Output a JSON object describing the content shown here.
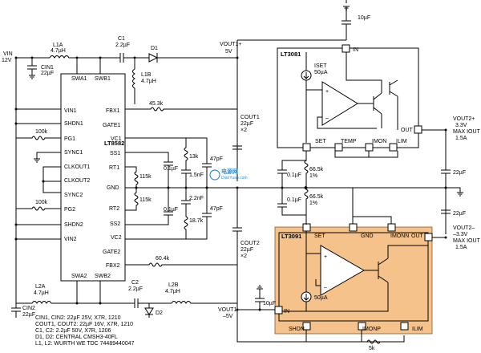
{
  "ics": {
    "lt8582": {
      "name": "LT8582",
      "pins_left": [
        "VIN1",
        "SHDN1",
        "PG1",
        "SYNC1",
        "CLKOUT1",
        "CLKOUT2",
        "SYNC2",
        "PG2",
        "SHDN2",
        "VIN2"
      ],
      "pins_right": [
        "FBX1",
        "GATE1",
        "VC1",
        "SS1",
        "RT1",
        "GND",
        "RT2",
        "SS2",
        "VC2",
        "GATE2",
        "FBX2"
      ],
      "pins_top": [
        "SWA1",
        "SWB1"
      ],
      "pins_bottom": [
        "SWA2",
        "SWB2"
      ]
    },
    "lt3081": {
      "name": "LT3081",
      "in": "IN",
      "set": "SET",
      "temp": "TEMP",
      "imon": "IMON",
      "ilim": "ILIM",
      "out": "OUT",
      "iset": "ISET",
      "iset_val": "50µA"
    },
    "lt3091": {
      "name": "LT3091",
      "set": "SET",
      "gnd": "GND",
      "imonn": "IMONN",
      "out": "OUT",
      "in": "IN",
      "shdn": "SHDN",
      "imonp": "IMONP",
      "ilim": "ILIM",
      "src": "50µA"
    }
  },
  "labels": {
    "vin": "VIN",
    "vin_val": "12V",
    "cin1": "CIN1",
    "cin1_val": "22µF",
    "l1a": "L1A",
    "l1a_val": "4.7µH",
    "c1": "C1",
    "c1_val": "2.2µF",
    "d1": "D1",
    "l1b": "L1B",
    "l1b_val": "4.7µH",
    "vout1p": "VOUT1+",
    "vout1p_val": "5V",
    "c10u_top": "10µF",
    "r453": "45.3k",
    "cout1": "COUT1",
    "cout1_val": "22µF",
    "cout1_x2": "×2",
    "r100k_a": "100k",
    "r100k_b": "100k",
    "r13k": "13k",
    "c01_a": "0.1µF",
    "c15n": "1.5nF",
    "c47p_a": "47pF",
    "r115k_a": "115k",
    "r115k_b": "115k",
    "c22n": "2.2nF",
    "c01_b": "0.1µF",
    "r187k": "18.7k",
    "c47p_b": "47pF",
    "c01_c": "0.1µF",
    "c01_d": "0.1µF",
    "r665_a": "66.5k",
    "r665_a_tol": "1%",
    "r665_b": "66.5k",
    "r665_b_tol": "1%",
    "vout2p": "VOUT2+",
    "vout2p_val": "3.3V",
    "vout2p_max": "MAX IOUT",
    "vout2p_cur": "1.5A",
    "c22u_right_a": "22µF",
    "c22u_right_b": "22µF",
    "vout2m": "VOUT2–",
    "vout2m_val": "–3.3V",
    "vout2m_max": "MAX IOUT",
    "vout2m_cur": "1.5A",
    "cout2": "COUT2",
    "cout2_val": "22µF",
    "cout2_x2": "×2",
    "r604k": "60.4k",
    "l2a": "L2A",
    "l2a_val": "4.7µH",
    "c2": "C2",
    "c2_val": "2.2µF",
    "l2b": "L2B",
    "l2b_val": "4.7µH",
    "d2": "D2",
    "cin2": "CIN2",
    "cin2_val": "22µF",
    "vout1m": "VOUT1–",
    "vout1m_val": "–5V",
    "c10u_bot": "10µF",
    "r5k": "5k"
  },
  "notes": [
    "CIN1, CIN2: 22µF 25V, X7R, 1210",
    "COUT1, COUT2: 22µF 16V, X7R, 1210",
    "C1, C2: 2.2µF 50V, X7R, 1206",
    "D1, D2: CENTRAL CMSH3-40FL",
    "L1, L2: WURTH WE TDC 74489440047"
  ],
  "watermark": {
    "text": "电源网",
    "sub": "DianYuan.com"
  },
  "colors": {
    "lt3091_fill": "#f6c28c",
    "lt3091_border": "#8a5a2a",
    "watermark": "#2a8fd0"
  }
}
